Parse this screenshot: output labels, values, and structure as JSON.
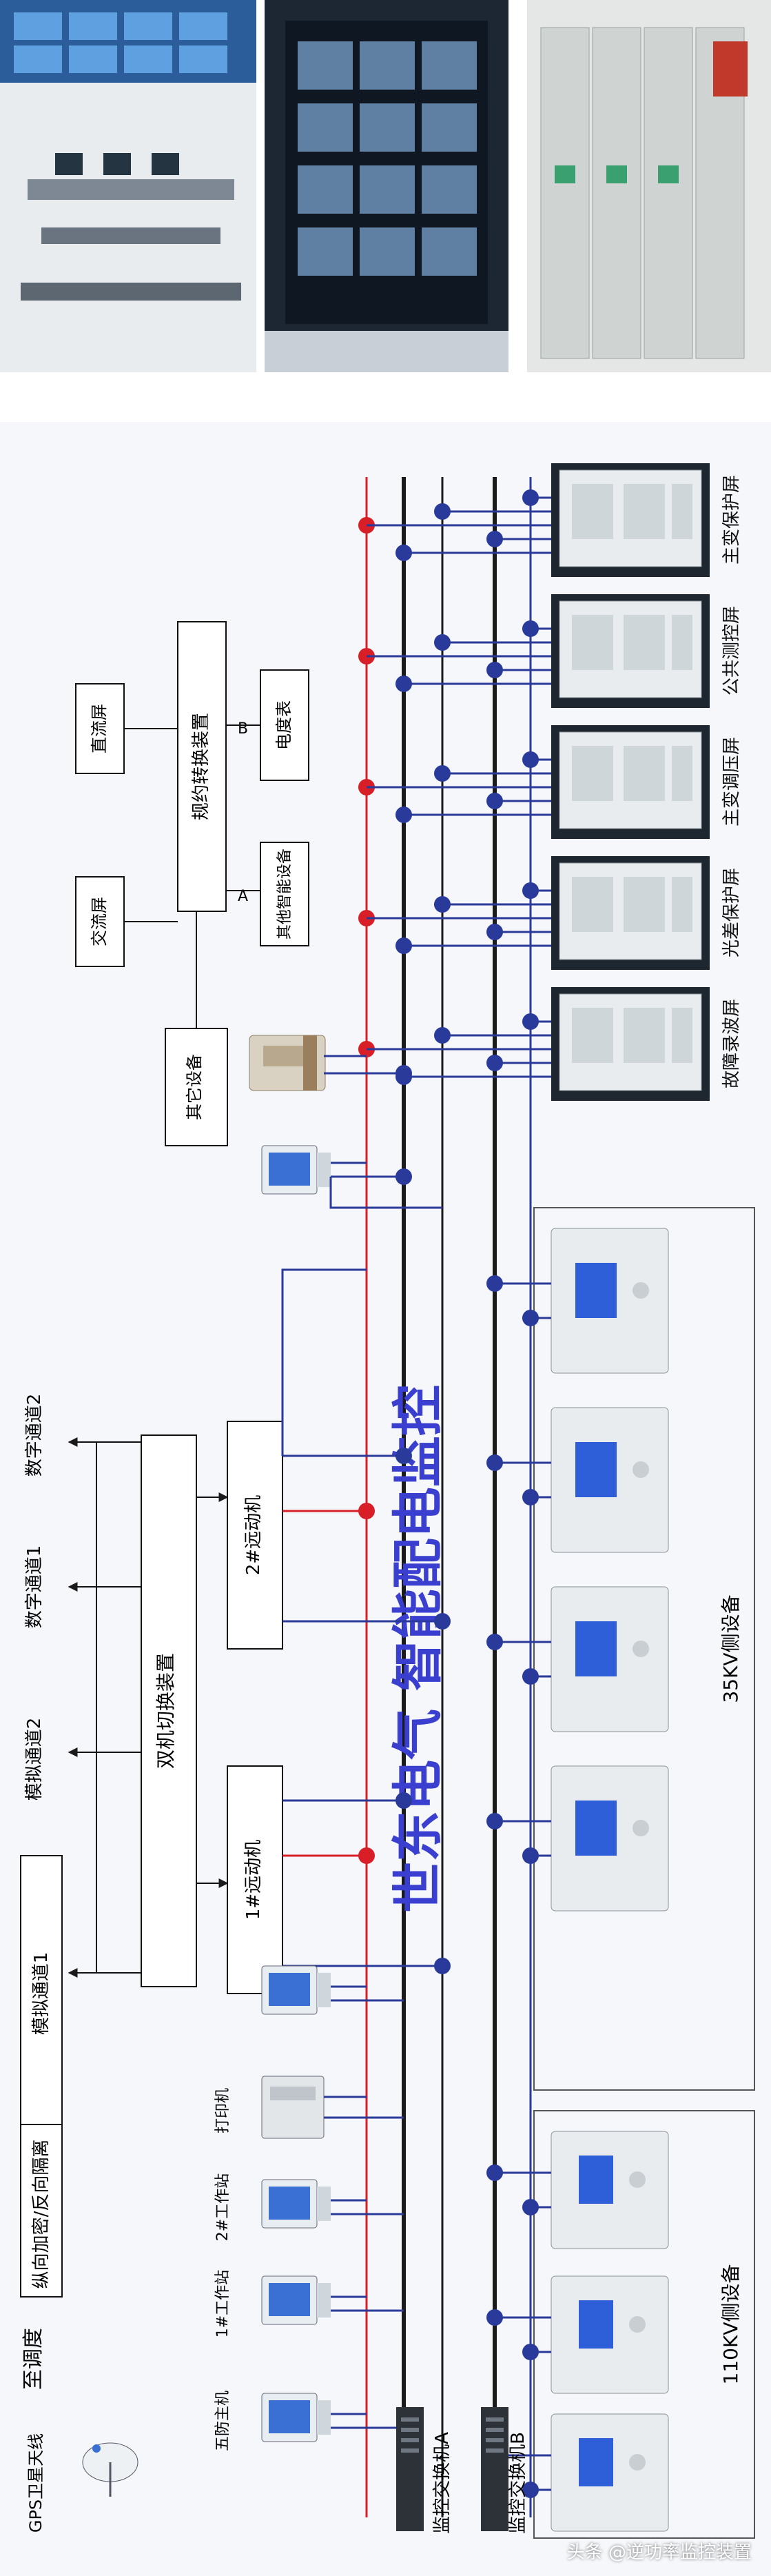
{
  "photos": [
    {
      "name": "control-room-photo"
    },
    {
      "name": "monitor-wall-photo"
    },
    {
      "name": "switchgear-room-photo"
    }
  ],
  "title": "世东电气 智能配电监控",
  "dispatch": {
    "to_dispatch": "至调度",
    "encryption": "纵向加密/反向隔离",
    "analog1": "模拟通道1",
    "analog2": "模拟通道2",
    "digital1": "数字通道1",
    "digital2": "数字通道2"
  },
  "devices": {
    "dual_switch": "双机切换装置",
    "rtu1": "1#远动机",
    "rtu2": "2#远动机",
    "other_device": "其它设备",
    "protocol_converter": "规约转换装置",
    "ac_panel": "交流屏",
    "dc_panel": "直流屏",
    "meter": "电度表",
    "other_smart": "其他智能设备",
    "port_a": "A",
    "port_b": "B"
  },
  "stations": {
    "gps": "GPS卫星天线",
    "five_prevention": "五防主机",
    "ws1": "1#工作站",
    "ws2": "2#工作站",
    "printer": "打印机"
  },
  "switches": {
    "a": "监控交换机A",
    "b": "监控交换机B"
  },
  "groups": {
    "kv110": "110KV侧设备",
    "kv35": "35KV侧设备"
  },
  "panels": [
    "故障录波屏",
    "光差保护屏",
    "主变调压屏",
    "公共测控屏",
    "主变保护屏"
  ],
  "watermark": "头条 @逆功率监控装置",
  "colors": {
    "bus": "#1a1a1a",
    "blue": "#2a3a9a",
    "red": "#d81e26",
    "title": "#3a3fd0"
  }
}
